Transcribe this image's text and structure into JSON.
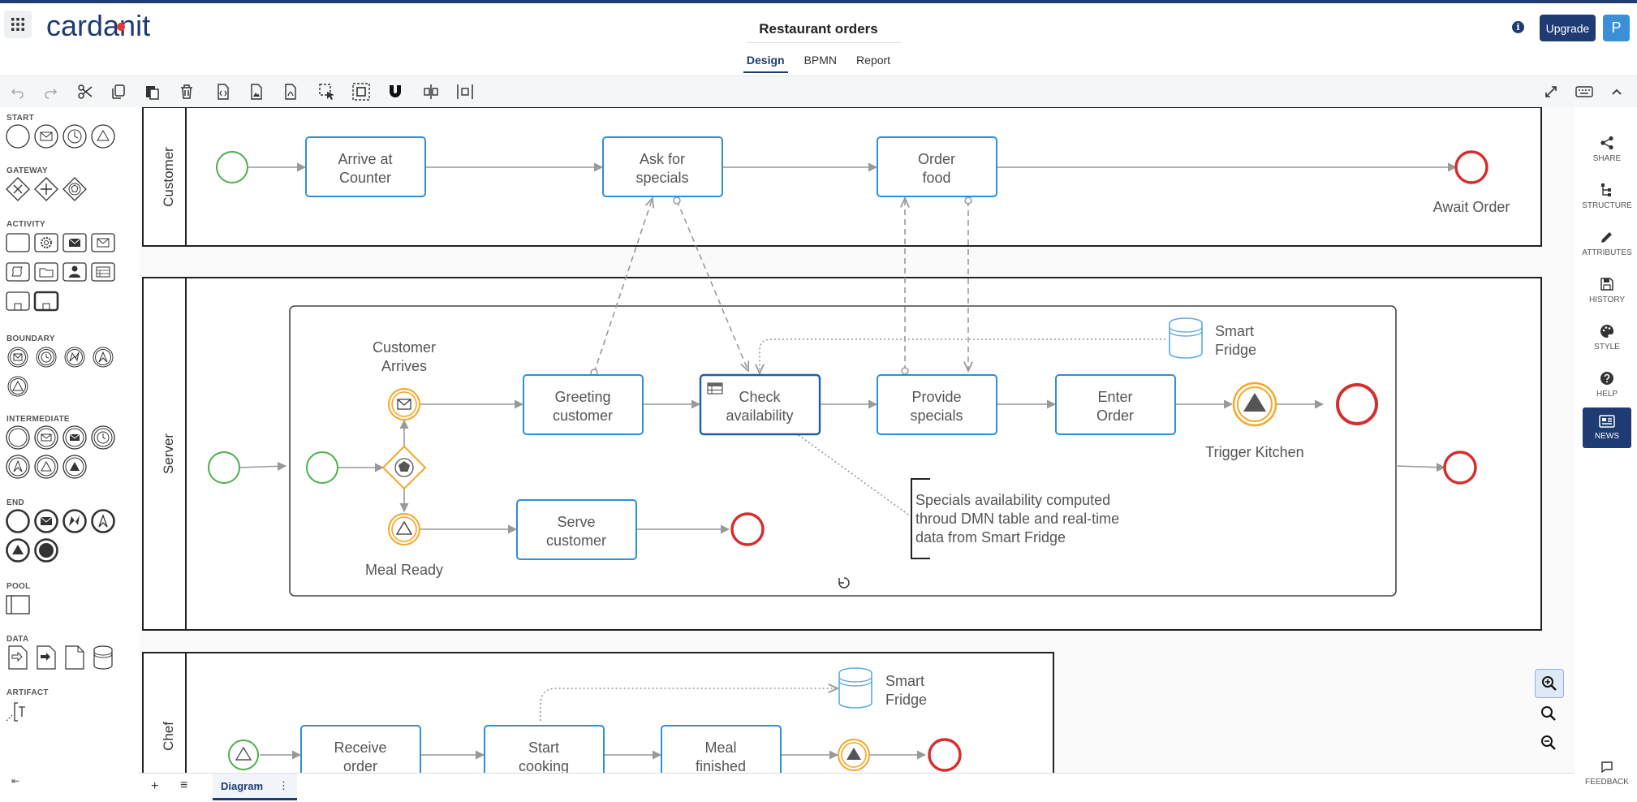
{
  "header": {
    "logo_text": "cardanit",
    "title": "Restaurant orders",
    "tabs": [
      {
        "label": "Design",
        "active": true
      },
      {
        "label": "BPMN",
        "active": false
      },
      {
        "label": "Report",
        "active": false
      }
    ],
    "info_icon": "i",
    "upgrade_label": "Upgrade",
    "avatar_initial": "P"
  },
  "toolbar": {
    "icons": [
      "undo-icon",
      "redo-icon",
      "cut-icon",
      "copy-icon",
      "paste-icon",
      "delete-icon",
      "export-xml-icon",
      "export-image-icon",
      "export-pdf-icon",
      "lasso-select-icon",
      "space-tool-icon",
      "magnet-icon",
      "align-horizontal-icon",
      "distribute-icon"
    ],
    "right_icons": [
      "fullscreen-icon",
      "keyboard-icon",
      "collapse-up-icon"
    ]
  },
  "palette": {
    "sections": [
      {
        "label": "START"
      },
      {
        "label": "GATEWAY"
      },
      {
        "label": "ACTIVITY"
      },
      {
        "label": "BOUNDARY"
      },
      {
        "label": "INTERMEDIATE"
      },
      {
        "label": "END"
      },
      {
        "label": "POOL"
      },
      {
        "label": "DATA"
      },
      {
        "label": "ARTIFACT"
      }
    ],
    "collapse_glyph": "⇤"
  },
  "diagram": {
    "lanes": {
      "customer": "Customer",
      "server": "Server",
      "chef": "Chef"
    },
    "tasks": {
      "arrive": [
        "Arrive at",
        "Counter"
      ],
      "ask": [
        "Ask for",
        "specials"
      ],
      "order": [
        "Order",
        "food"
      ],
      "greeting": [
        "Greeting",
        "customer"
      ],
      "check": [
        "Check",
        "availability"
      ],
      "provide": [
        "Provide",
        "specials"
      ],
      "enter": [
        "Enter",
        "Order"
      ],
      "serve": [
        "Serve",
        "customer"
      ],
      "receive": [
        "Receive",
        "order"
      ],
      "start_cooking": [
        "Start",
        "cooking"
      ],
      "meal_finished": [
        "Meal",
        "finished"
      ]
    },
    "labels": {
      "await_order": "Await Order",
      "customer_arrives": [
        "Customer",
        "Arrives"
      ],
      "meal_ready": "Meal Ready",
      "trigger_kitchen": "Trigger Kitchen",
      "smart_fridge": [
        "Smart",
        "Fridge"
      ]
    },
    "annotation": [
      "Specials availability computed",
      "throud DMN table and real-time",
      "data from Smart Fridge"
    ],
    "colors": {
      "task_stroke": "#2f8fd6",
      "start_event": "#4caf50",
      "end_event": "#d32f2f",
      "intermediate": "#f5a623",
      "data_store": "#5aaae0",
      "flow": "#999999"
    }
  },
  "right_sidebar": {
    "items": [
      {
        "label": "SHARE",
        "icon": "share-icon",
        "active": false
      },
      {
        "label": "STRUCTURE",
        "icon": "structure-icon",
        "active": false
      },
      {
        "label": "ATTRIBUTES",
        "icon": "pencil-icon",
        "active": false
      },
      {
        "label": "HISTORY",
        "icon": "save-icon",
        "active": false
      },
      {
        "label": "STYLE",
        "icon": "palette-icon",
        "active": false
      },
      {
        "label": "HELP",
        "icon": "help-icon",
        "active": false
      },
      {
        "label": "NEWS",
        "icon": "news-icon",
        "active": true
      }
    ],
    "feedback_label": "FEEDBACK"
  },
  "bottom": {
    "add_glyph": "+",
    "list_glyph": "≡",
    "tab_label": "Diagram",
    "tab_menu_glyph": "⋮"
  }
}
